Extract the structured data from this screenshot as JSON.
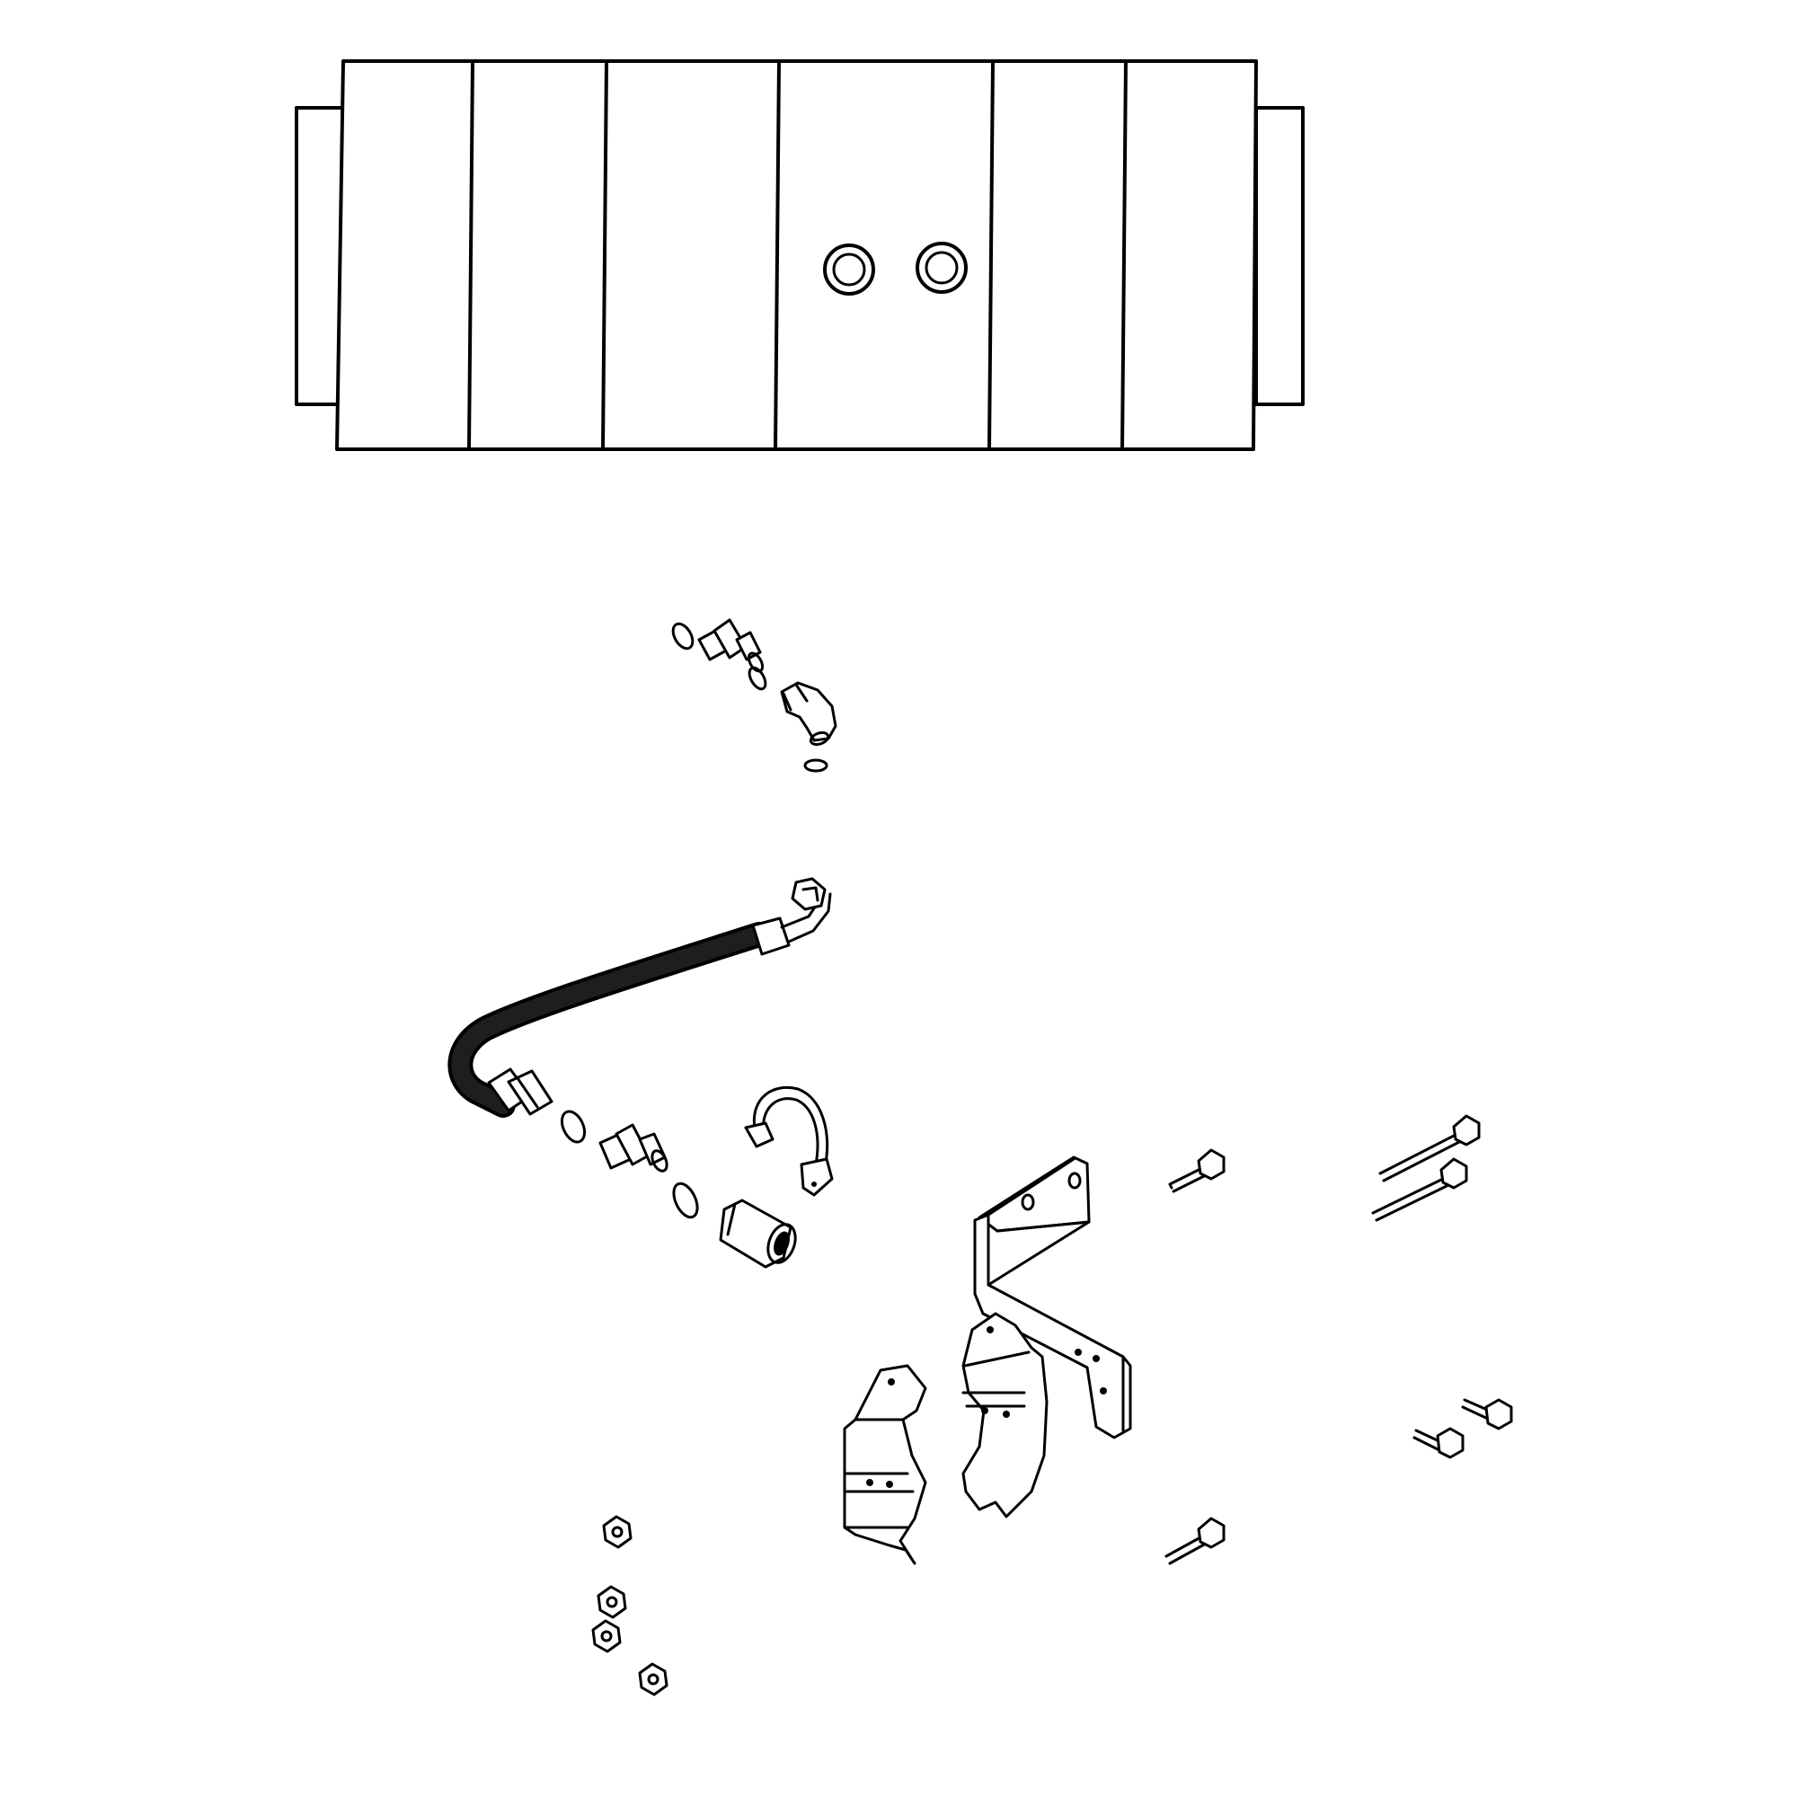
{
  "colors": {
    "background": "#ffffff",
    "line": "#000000",
    "hose": "#1e1e1e"
  },
  "parts": [
    {
      "id": "cylinder",
      "icon": "cylinder-assembly-icon"
    },
    {
      "id": "upper-fitting-set",
      "icon": "elbow-fitting-icon"
    },
    {
      "id": "hydraulic-hose",
      "icon": "hose-icon"
    },
    {
      "id": "lower-fitting-set",
      "icon": "adapter-fitting-icon"
    },
    {
      "id": "hose-clip",
      "icon": "clip-icon"
    },
    {
      "id": "mounting-bracket",
      "icon": "bracket-icon"
    },
    {
      "id": "clamp-halves",
      "icon": "clamp-icon"
    },
    {
      "id": "bolts",
      "icon": "bolt-icon"
    },
    {
      "id": "nuts",
      "icon": "hex-nut-icon"
    }
  ]
}
